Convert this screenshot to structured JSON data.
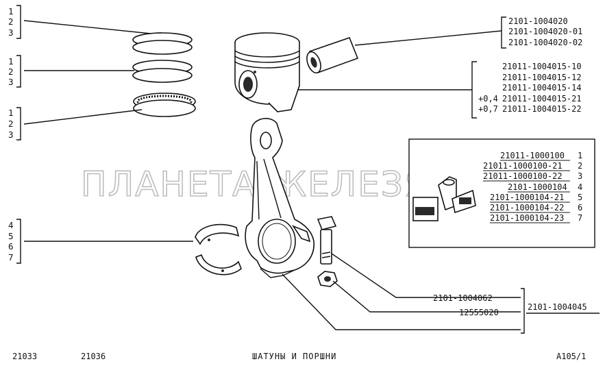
{
  "watermark": "ПЛАНЕТА ЖЕЛЕЗЯКА",
  "ring_groups": [
    {
      "nums": [
        "1",
        "2",
        "3"
      ]
    },
    {
      "nums": [
        "1",
        "2",
        "3"
      ]
    },
    {
      "nums": [
        "1",
        "2",
        "3"
      ]
    }
  ],
  "pin_codes": [
    "2101-1004020",
    "2101-1004020-01",
    "2101-1004020-02"
  ],
  "piston_codes": [
    {
      "prefix": "",
      "code": "21011-1004015-10"
    },
    {
      "prefix": "",
      "code": "21011-1004015-12"
    },
    {
      "prefix": "",
      "code": "21011-1004015-14"
    },
    {
      "prefix": "+0,4",
      "code": "21011-1004015-21"
    },
    {
      "prefix": "+0,7",
      "code": "21011-1004015-22"
    }
  ],
  "bearing_nums": [
    "4",
    "5",
    "6",
    "7"
  ],
  "kit_codes": [
    {
      "code": "21011-1000100",
      "num": "1"
    },
    {
      "code": "21011-1000100-21",
      "num": "2"
    },
    {
      "code": "21011-1000100-22",
      "num": "3"
    },
    {
      "code": "2101-1000104",
      "num": "4"
    },
    {
      "code": "2101-1000104-21",
      "num": "5"
    },
    {
      "code": "2101-1000104-22",
      "num": "6"
    },
    {
      "code": "2101-1000104-23",
      "num": "7"
    }
  ],
  "bolt_code": "2101-1004062",
  "nut_code": "12555020",
  "rod_code": "2101-1004045",
  "footer": {
    "model_a": "21033",
    "model_b": "21036",
    "title": "ШАТУНЫ И ПОРШНИ",
    "page": "А105/1"
  }
}
